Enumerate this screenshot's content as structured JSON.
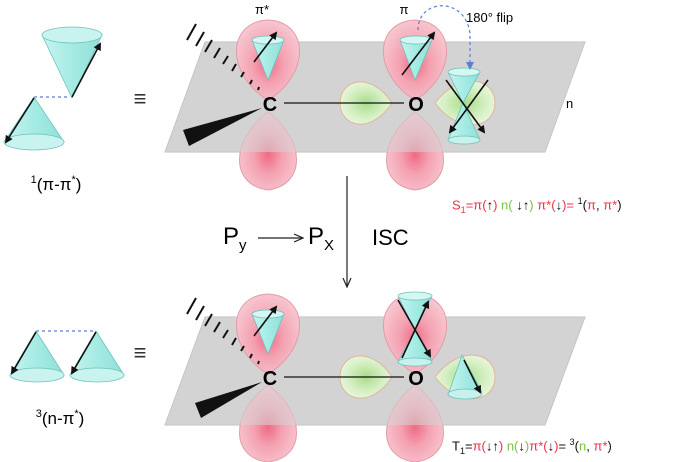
{
  "labels": {
    "pi_star": "π*",
    "pi": "π",
    "flip": "180° flip",
    "n": "n",
    "equiv": "≡",
    "carbon": "C",
    "oxygen": "O",
    "singlet_pre": "1",
    "singlet_main": "(π-π",
    "singlet_sup": "*",
    "singlet_close": ")",
    "triplet_pre": "3",
    "triplet_main": "(n-π",
    "triplet_sup": "*",
    "triplet_close": ")",
    "py_base": "P",
    "py_sub": "y",
    "px_base": "P",
    "px_sub": "X",
    "isc": "ISC"
  },
  "s1": {
    "s": "S",
    "s_sub": "1",
    "eq": "=",
    "pi": "π(",
    "pi_arrows": "↑",
    "pi_close": ")",
    "n": " n(",
    "n_arrows": " ↓↑",
    "n_close": ")",
    "pistar": " π*(",
    "pistar_arrows": "↓",
    "pistar_close": ")",
    "eq2": "= ",
    "sup": "1",
    "paren": "(",
    "term1": "π",
    "comma": ", ",
    "term2": "π*",
    "end": ")"
  },
  "t1": {
    "t": "T",
    "t_sub": "1",
    "eq": "=",
    "pi": "π(",
    "pi_arrows": "↓↑",
    "pi_close": ")",
    "n": " n(",
    "n_arrows": "↓",
    "n_close": ")",
    "pistar": "π*(",
    "pistar_arrows": "↓",
    "pistar_close": ")",
    "eq2": "= ",
    "sup": "3",
    "paren": "(",
    "term1": "n",
    "comma": ", ",
    "term2": "π*",
    "end": ")"
  },
  "colors": {
    "red": "#e8324a",
    "green": "#7ac143",
    "pink_lobe": "#f2a5b4",
    "green_lobe": "#c8e8b0",
    "plane": "#d2d2d2",
    "cone": "#a8ece6",
    "dashed": "#5b7fd1"
  }
}
